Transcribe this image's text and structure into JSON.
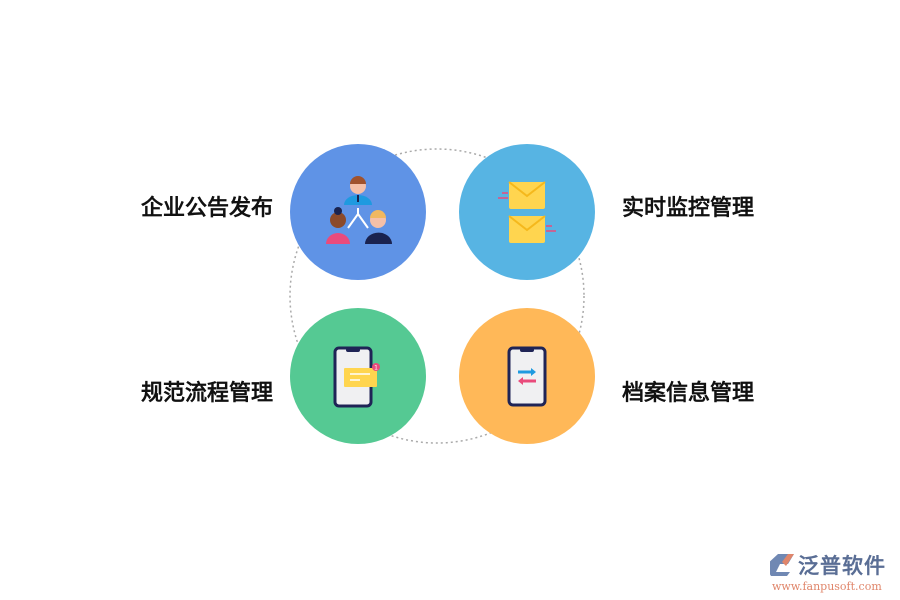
{
  "features": [
    {
      "label": "企业公告发布",
      "icon": "people-hierarchy-icon",
      "color": "#5f93e6"
    },
    {
      "label": "实时监控管理",
      "icon": "envelopes-icon",
      "color": "#57b4e3"
    },
    {
      "label": "规范流程管理",
      "icon": "phone-message-icon",
      "color": "#55c993"
    },
    {
      "label": "档案信息管理",
      "icon": "phone-transfer-icon",
      "color": "#ffb858"
    }
  ],
  "badge_count": "1",
  "logo": {
    "name": "泛普软件",
    "url": "www.fanpusoft.com"
  }
}
